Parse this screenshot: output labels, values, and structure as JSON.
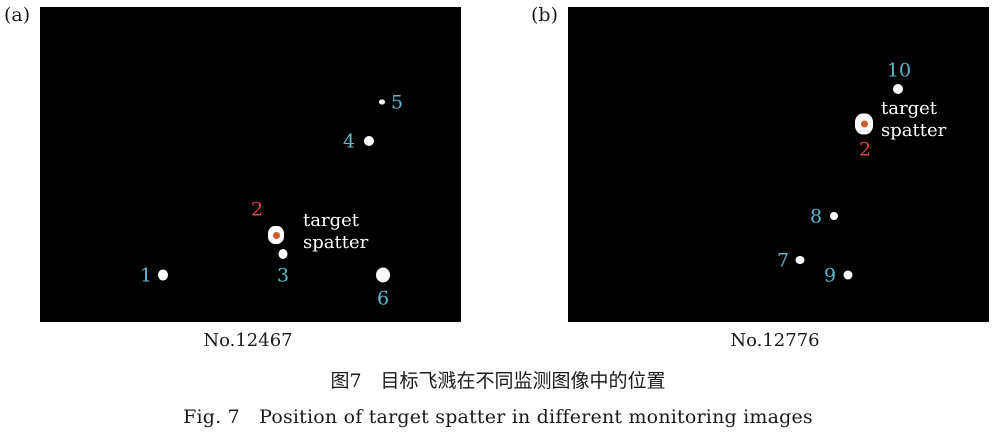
{
  "colors": {
    "panel_background": "#000000",
    "spatter_spot": "#ffffff",
    "target_core": "#c9602a",
    "label_blue": "#5fb7c9",
    "label_red": "#e0473e",
    "label_white": "#ffffff"
  },
  "panels": [
    {
      "letter": "(a)",
      "caption": "No.12467",
      "target_text": [
        "target",
        "spatter"
      ],
      "spatters": [
        {
          "id": "1",
          "label_color": "blue"
        },
        {
          "id": "2",
          "label_color": "red",
          "is_target": true
        },
        {
          "id": "3",
          "label_color": "blue"
        },
        {
          "id": "4",
          "label_color": "blue"
        },
        {
          "id": "5",
          "label_color": "blue"
        },
        {
          "id": "6",
          "label_color": "blue"
        }
      ]
    },
    {
      "letter": "(b)",
      "caption": "No.12776",
      "target_text": [
        "target",
        "spatter"
      ],
      "spatters": [
        {
          "id": "10",
          "label_color": "blue"
        },
        {
          "id": "2",
          "label_color": "red",
          "is_target": true
        },
        {
          "id": "8",
          "label_color": "blue"
        },
        {
          "id": "7",
          "label_color": "blue"
        },
        {
          "id": "9",
          "label_color": "blue"
        }
      ]
    }
  ],
  "figure_caption": {
    "zh": "图7　目标飞溅在不同监测图像中的位置",
    "en": "Fig. 7　Position of target spatter in different monitoring images"
  }
}
